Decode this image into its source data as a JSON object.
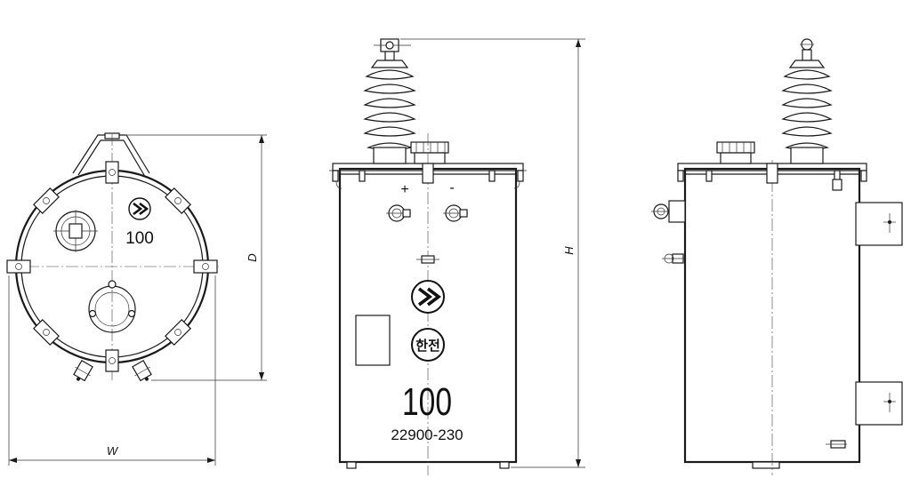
{
  "views": {
    "top": {
      "capacity_label": "100",
      "dim_width_label": "W",
      "dim_depth_label": "D"
    },
    "front": {
      "terminal_plus": "+",
      "terminal_minus": "-",
      "capacity_label": "100",
      "voltage_label": "22900-230",
      "kepco_mark_text": "한전",
      "dim_height_label": "H"
    },
    "side": {}
  },
  "colors": {
    "line": "#1a1a1a",
    "background": "#ffffff"
  },
  "icons": [
    "brand-logo-icon",
    "kepco-logo-icon",
    "bolt-icon",
    "bushing-icon"
  ]
}
